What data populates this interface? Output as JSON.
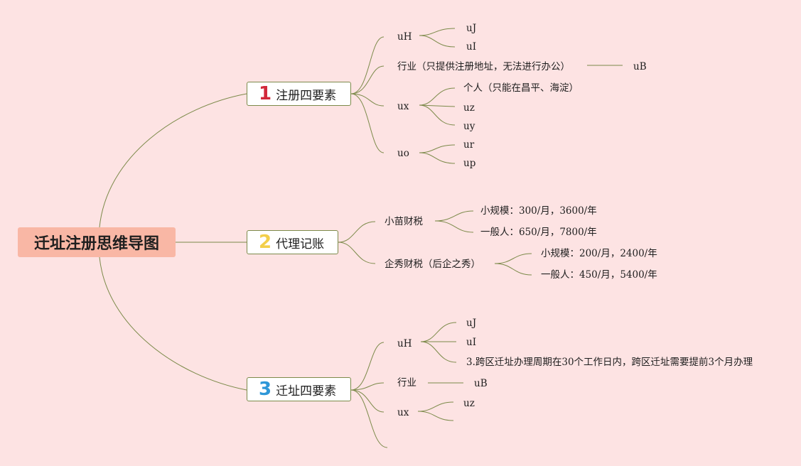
{
  "root": {
    "title": "迁址注册思维导图"
  },
  "branches": [
    {
      "num": "1",
      "label": "注册四要素"
    },
    {
      "num": "2",
      "label": "代理记账"
    },
    {
      "num": "3",
      "label": "迁址四要素"
    }
  ],
  "b1": {
    "uH": "uH",
    "uJ": "uJ",
    "uI": "uI",
    "industry": "行业（只提供注册地址，无法进行办公）",
    "uB": "uB",
    "ux": "ux",
    "personal": "个人（只能在昌平、海淀）",
    "uz": "uz",
    "uy": "uy",
    "uo": "uo",
    "ur": "ur",
    "up": "up"
  },
  "b2": {
    "xiaomiao": "小苗财税",
    "xm_small": "小规模：300/月，3600/年",
    "xm_general": "一般人：650/月，7800/年",
    "qixiu": "企秀财税（后企之秀）",
    "qx_small": "小规模：200/月，2400/年",
    "qx_general": "一般人：450/月，5400/年"
  },
  "b3": {
    "uH": "uH",
    "uJ": "uJ",
    "uI": "uI",
    "note": "3.跨区迁址办理周期在30个工作日内，跨区迁址需要提前3个月办理",
    "industry": "行业",
    "uB": "uB",
    "ux": "ux",
    "uz": "uz"
  },
  "colors": {
    "background": "#fde3e3",
    "root_fill": "#f9b7a5",
    "line": "#7c8a4a",
    "num1": "#d2283a",
    "num2": "#f3cf4a",
    "num3": "#2e97d8"
  }
}
